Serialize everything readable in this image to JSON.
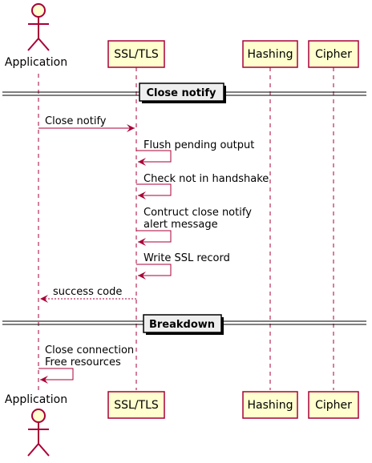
{
  "actors": {
    "application": {
      "label": "Application"
    }
  },
  "participants": {
    "ssl_tls": {
      "label": "SSL/TLS"
    },
    "hashing": {
      "label": "Hashing"
    },
    "cipher": {
      "label": "Cipher"
    }
  },
  "dividers": {
    "close_notify": {
      "label": "Close notify"
    },
    "breakdown": {
      "label": "Breakdown"
    }
  },
  "messages": {
    "m1": {
      "from": "Application",
      "to": "SSL/TLS",
      "style": "solid",
      "lines": [
        "Close notify"
      ]
    },
    "m2": {
      "from": "SSL/TLS",
      "to": "SSL/TLS",
      "style": "solid",
      "lines": [
        "Flush pending output"
      ]
    },
    "m3": {
      "from": "SSL/TLS",
      "to": "SSL/TLS",
      "style": "solid",
      "lines": [
        "Check not in handshake"
      ]
    },
    "m4": {
      "from": "SSL/TLS",
      "to": "SSL/TLS",
      "style": "solid",
      "lines": [
        "Contruct close notify",
        "alert message"
      ]
    },
    "m5": {
      "from": "SSL/TLS",
      "to": "SSL/TLS",
      "style": "solid",
      "lines": [
        "Write SSL record"
      ]
    },
    "m6": {
      "from": "SSL/TLS",
      "to": "Application",
      "style": "dashed",
      "lines": [
        "success code"
      ]
    },
    "m7": {
      "from": "Application",
      "to": "Application",
      "style": "solid",
      "lines": [
        "Close connection",
        "Free resources"
      ]
    }
  },
  "colors": {
    "participant_fill": "#FEFECE",
    "participant_border": "#A80036",
    "arrow": "#A80036",
    "divider_fill": "#EEEEEE"
  }
}
